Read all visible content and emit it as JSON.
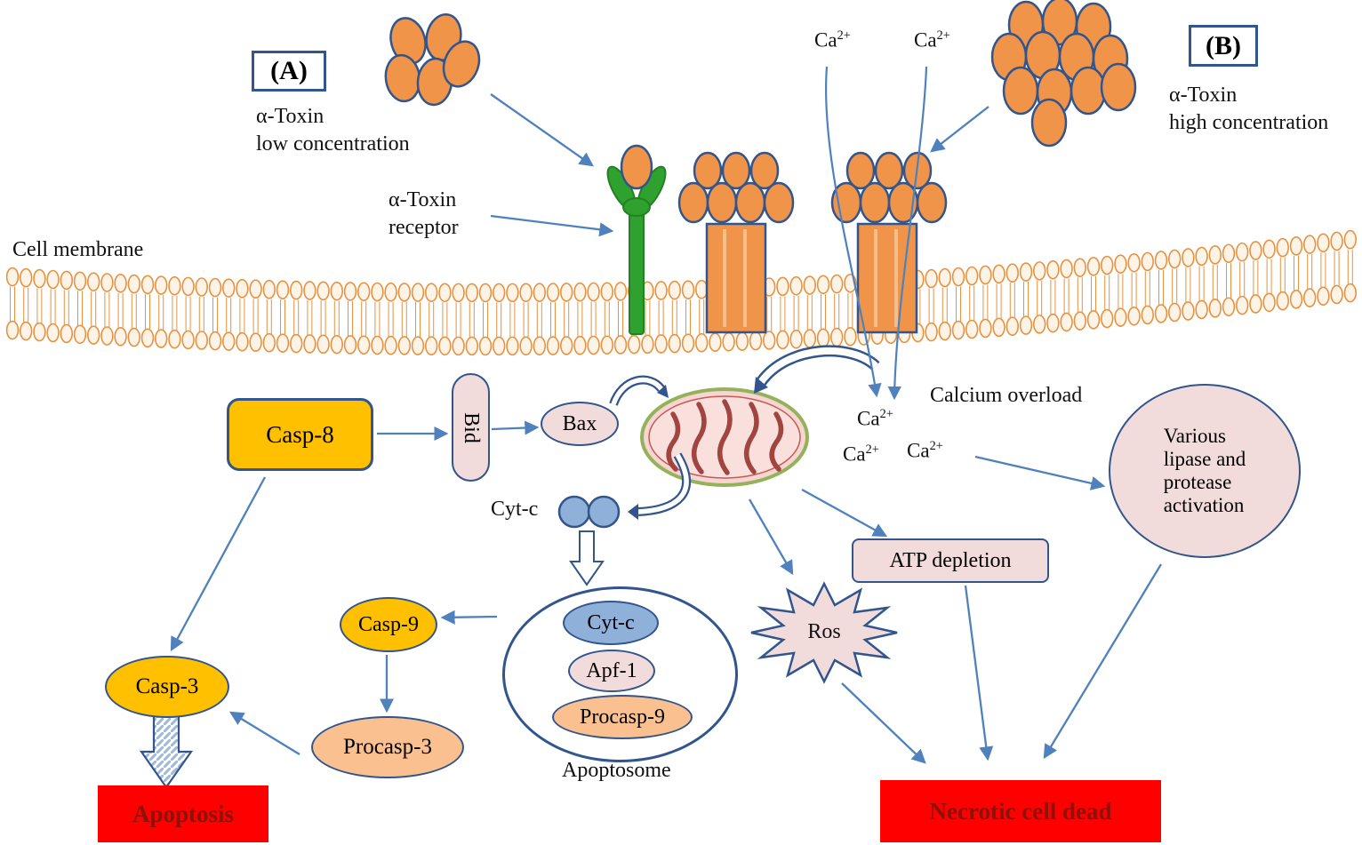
{
  "panel_a": {
    "tag": "(A)",
    "label": "α-Toxin\nlow concentration"
  },
  "panel_b": {
    "tag": "(B)",
    "label": "α-Toxin\nhigh concentration"
  },
  "receptor_label": "α-Toxin\nreceptor",
  "cell_membrane": "Cell membrane",
  "ca": {
    "base": "Ca",
    "sup": "2+"
  },
  "calcium_overload": "Calcium overload",
  "nodes": {
    "casp8": "Casp-8",
    "bid": "Bid",
    "bax": "Bax",
    "cytc": "Cyt-c",
    "various": "Various\nlipase and\nprotease\nactivation",
    "atp": "ATP depletion",
    "ros": "Ros",
    "casp9": "Casp-9",
    "procasp3": "Procasp-3",
    "casp3": "Casp-3",
    "apoptosome_cytc": "Cyt-c",
    "apoptosome_apf1": "Apf-1",
    "apoptosome_procasp9": "Procasp-9",
    "apoptosome_label": "Apoptosome",
    "apoptosis": "Apoptosis",
    "necrotic": "Necrotic cell dead"
  },
  "colors": {
    "toxin_orange": "#F0944A",
    "outline_blue": "#31558C",
    "arrow_blue": "#4F81BD",
    "node_yellow": "#FFC000",
    "node_pink": "#F2DCDB",
    "node_blue": "#8FB0D9",
    "node_orange": "#FAC090",
    "alert_red": "#FF0000",
    "dark_red_text": "#8B1209",
    "receptor_green": "#2EA12E",
    "membrane_orange": "#E8913F"
  }
}
